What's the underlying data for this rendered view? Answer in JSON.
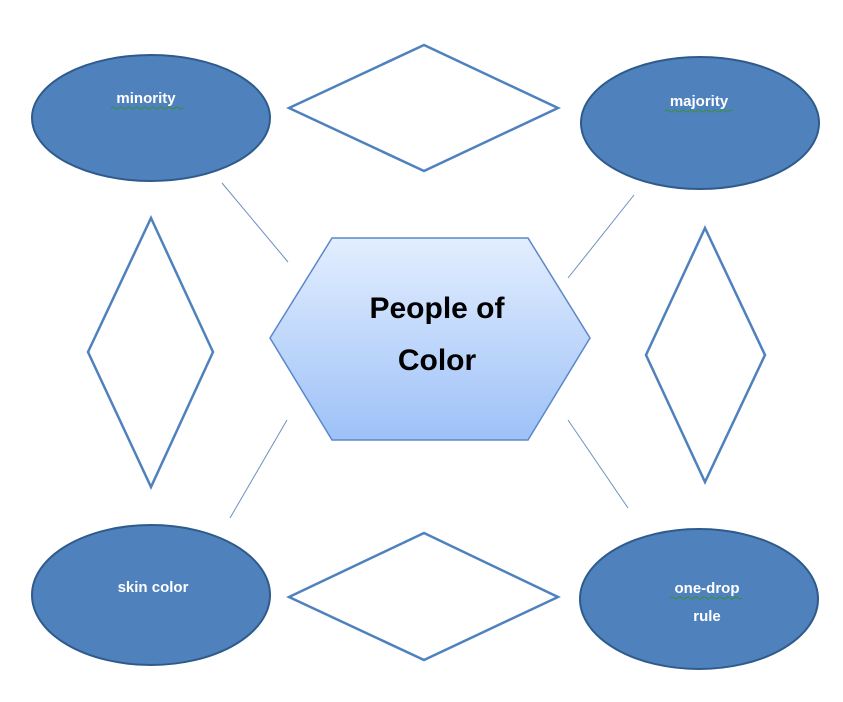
{
  "center": {
    "line1": "People of",
    "line2": "Color"
  },
  "ovals": {
    "top_left": "minority",
    "top_right": "majority",
    "bottom_left": "skin color",
    "bottom_right_line1": "one-drop",
    "bottom_right_line2": "rule"
  },
  "colors": {
    "oval_fill": "#4F81BD",
    "oval_stroke": "#2E5B8C",
    "diamond_stroke": "#4F81BD",
    "connector": "#6F8FBF",
    "hexagon_top": "#E3EEFF",
    "hexagon_bottom": "#9DC1F7",
    "hexagon_stroke": "#5B87C8"
  }
}
